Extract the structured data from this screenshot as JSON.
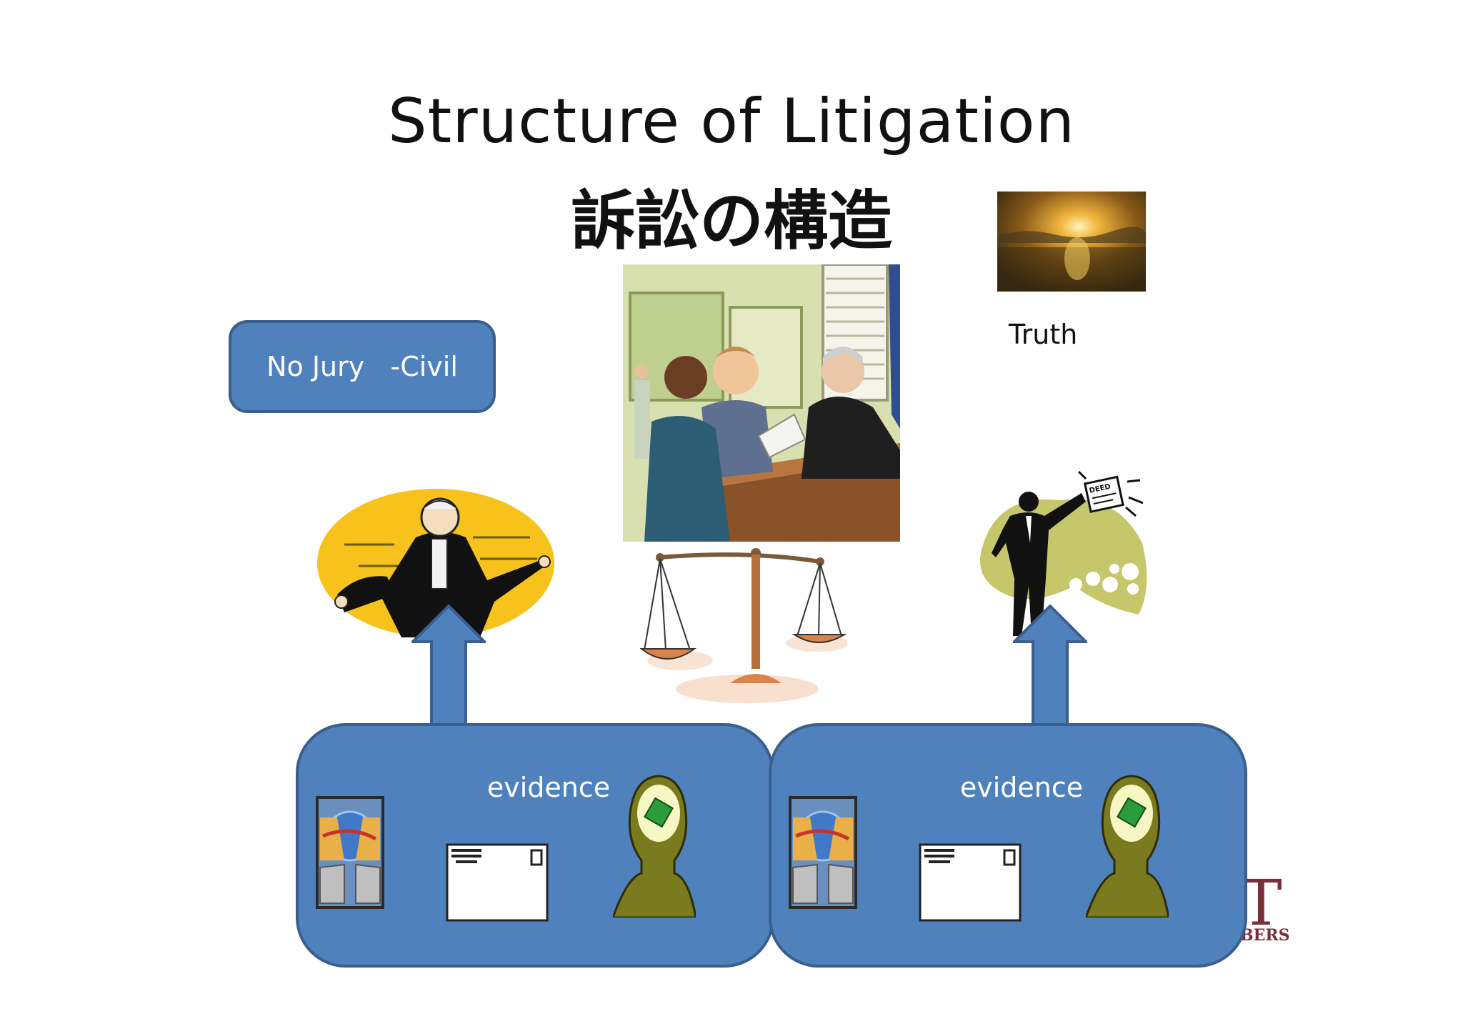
{
  "title": {
    "english": "Structure of Litigation",
    "japanese": "訴訟の構造"
  },
  "labels": {
    "no_jury": "No Jury   -Civil",
    "truth": "Truth"
  },
  "evidence_boxes": [
    {
      "label": "evidence"
    },
    {
      "label": "evidence"
    }
  ],
  "deed_sign": "DEED",
  "colors": {
    "box_fill": "#4f81bd",
    "box_border": "#3a5f8c",
    "oval_yellow": "#f7c21b",
    "blob_green": "#c5c76a",
    "scale_copper": "#d9824a"
  },
  "icons": [
    "courtroom-illustration",
    "sunset-photo",
    "barrister-illustration",
    "businessman-illustration",
    "scales-of-justice-icon",
    "database-icon",
    "envelope-icon",
    "head-chip-icon",
    "up-arrow-icon"
  ]
}
